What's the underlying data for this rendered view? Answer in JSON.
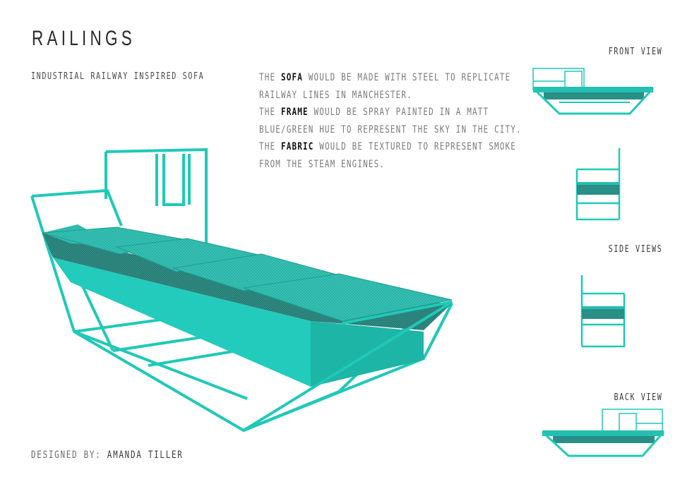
{
  "title": "RAILINGS",
  "subtitle": "INDUSTRIAL RAILWAY INSPIRED SOFA",
  "description": {
    "l1_a": "THE ",
    "l1_b": "SOFA",
    "l1_c": " WOULD BE MADE WITH STEEL TO REPLICATE",
    "l2": "RAILWAY LINES IN MANCHESTER.",
    "l3_a": "THE ",
    "l3_b": "FRAME",
    "l3_c": " WOULD BE SPRAY PAINTED IN A MATT",
    "l4": "BLUE/GREEN HUE TO REPRESENT THE SKY IN THE CITY.",
    "l5_a": "THE ",
    "l5_b": "FABRIC",
    "l5_c": " WOULD BE TEXTURED TO REPRESENT SMOKE",
    "l6": "FROM THE STEAM ENGINES."
  },
  "designer": {
    "label": "DESIGNED BY: ",
    "name": "AMANDA TILLER"
  },
  "views": {
    "front": "FRONT VIEW",
    "side": "SIDE VIEWS",
    "back": "BACK VIEW"
  },
  "colors": {
    "frame": "#1fc9b8",
    "frame_dark": "#14a596",
    "cushion": "#36c9bb",
    "fabric_dark": "#2a8f86",
    "text": "#7a7a7a",
    "highlight": "#111111"
  }
}
